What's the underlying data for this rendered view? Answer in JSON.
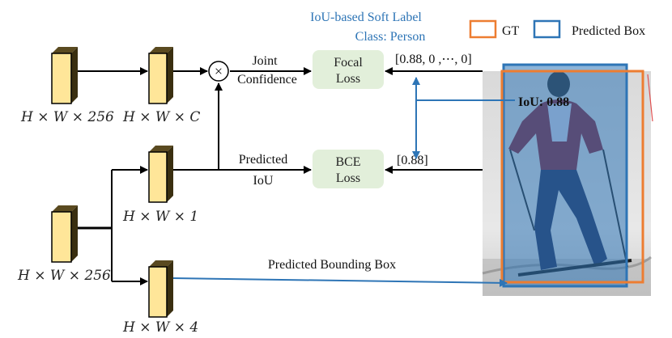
{
  "soft_label": {
    "title": "IoU-based Soft Label",
    "class_line": "Class: Person"
  },
  "legend": {
    "gt": "GT",
    "predicted": "Predicted Box",
    "gt_color": "#ed7d31",
    "pred_color": "#2e75b6"
  },
  "feature_maps": {
    "fm1": "H × W × 256",
    "fm2": "H × W × C",
    "fm3": "H × W × 1",
    "fm4": "H × W × 256",
    "fm5": "H × W × 4"
  },
  "labels": {
    "joint_1": "Joint",
    "joint_2": "Confidence",
    "pred_iou_1": "Predicted",
    "pred_iou_2": "IoU",
    "pred_bbox": "Predicted Bounding Box",
    "soft_vector": "[0.88, 0 ,⋯, 0]",
    "iou_target": "[0.88]",
    "iou_value": "IoU:   0.88"
  },
  "losses": {
    "focal_1": "Focal",
    "focal_2": "Loss",
    "bce_1": "BCE",
    "bce_2": "Loss",
    "fill": "#e2efda"
  },
  "multiply_symbol": "×"
}
